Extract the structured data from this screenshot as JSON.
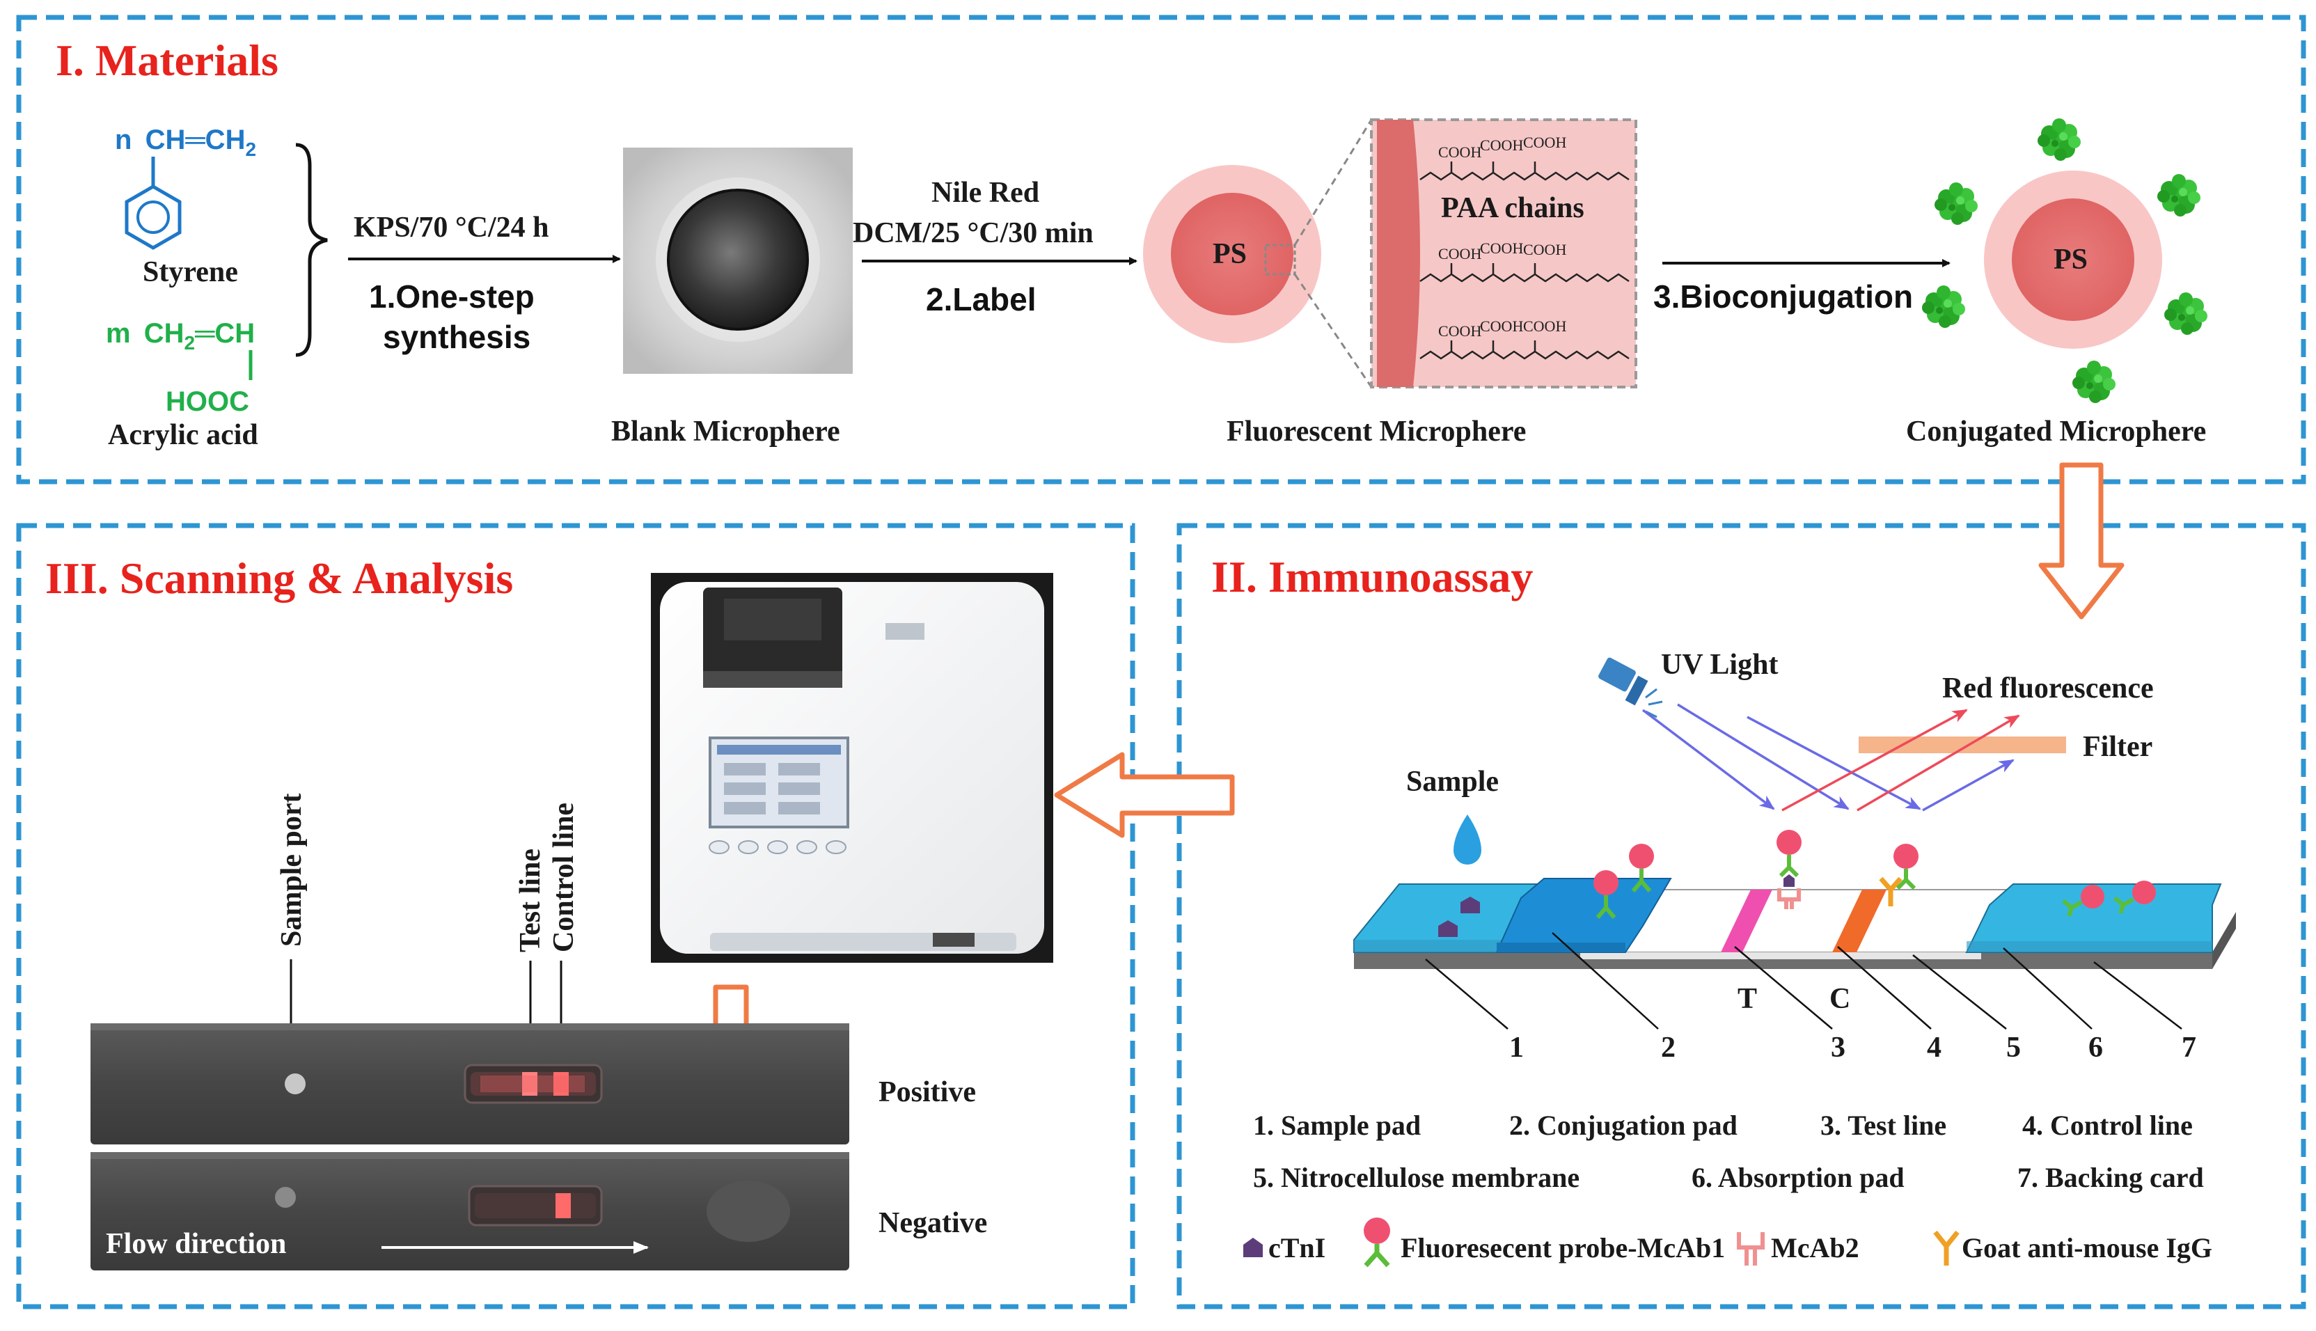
{
  "panels": {
    "materials": {
      "title": "I. Materials",
      "styrene_formula_prefix": "n",
      "styrene_formula": "CH═CH",
      "styrene_formula_sub": "2",
      "styrene_name": "Styrene",
      "acrylic_formula_prefix": "m",
      "acrylic_formula": "CH",
      "acrylic_formula_sub": "2",
      "acrylic_formula_rest": "═CH",
      "acrylic_group": "HOOC",
      "acrylic_name": "Acrylic acid",
      "step1_condition": "KPS/70 °C/24 h",
      "step1_label_line1": "1.One-step",
      "step1_label_line2": "synthesis",
      "blank_caption": "Blank Microphere",
      "step2_condition_line1": "Nile Red",
      "step2_condition_line2": "DCM/25 °C/30 min",
      "step2_label": "2.Label",
      "ps_label": "PS",
      "cooh_label": "COOH",
      "paa_label": "PAA chains",
      "fluorescent_caption": "Fluorescent Microphere",
      "step3_label": "3.Bioconjugation",
      "conj_ps_label": "PS",
      "conjugated_caption": "Conjugated Microphere"
    },
    "immunoassay": {
      "title": "II. Immunoassay",
      "uv_label": "UV Light",
      "red_fluor_label": "Red fluorescence",
      "filter_label": "Filter",
      "sample_label": "Sample",
      "t_label": "T",
      "c_label": "C",
      "numbers": [
        "1",
        "2",
        "3",
        "4",
        "5",
        "6",
        "7"
      ],
      "parts": [
        "1. Sample pad",
        "2. Conjugation pad",
        "3. Test line",
        "4.  Control line",
        "5. Nitrocellulose membrane",
        "6. Absorption pad",
        "7. Backing card"
      ],
      "legend": [
        "cTnI",
        "Fluoresecent probe-McAb1",
        "McAb2",
        "Goat anti-mouse IgG"
      ]
    },
    "scanning": {
      "title": "III. Scanning & Analysis",
      "sample_port": "Sample port",
      "test_line": "Test line",
      "control_line": "Control line",
      "positive": "Positive",
      "negative": "Negative",
      "flow_direction": "Flow direction"
    }
  },
  "colors": {
    "border": "#2e95d3",
    "title": "#e8221c",
    "arrow_orange": "#f07a45",
    "blue_chem": "#1e78c8",
    "green_chem": "#20b04a",
    "pad_blue": "#35b6e2",
    "test_pink": "#ef50b0",
    "control_orange": "#f06a2a",
    "uv_arrow": "#6a6ae6",
    "red_arrow": "#ee4a5a",
    "filter": "#f5b48a"
  }
}
